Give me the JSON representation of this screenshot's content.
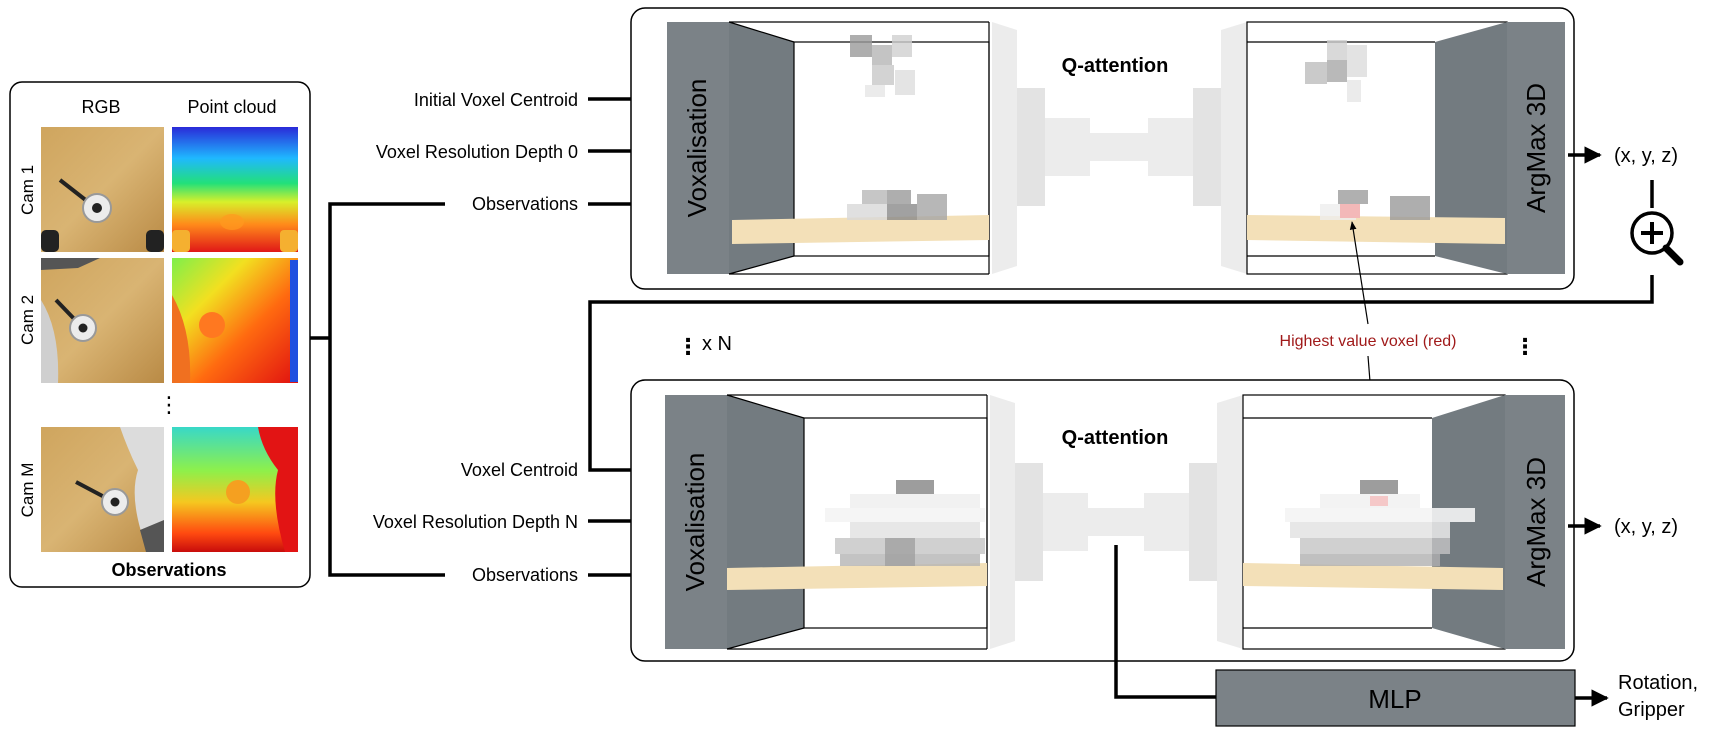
{
  "observations_panel": {
    "title": "Observations",
    "col_rgb": "RGB",
    "col_pointcloud": "Point cloud",
    "cameras": [
      "Cam 1",
      "Cam 2",
      "Cam M"
    ],
    "ellipsis": "⋮"
  },
  "inputs_top": {
    "initial_centroid": "Initial Voxel Centroid",
    "resolution": "Voxel Resolution Depth 0",
    "observations": "Observations"
  },
  "inputs_bottom": {
    "centroid": "Voxel Centroid",
    "resolution": "Voxel Resolution Depth N",
    "observations": "Observations"
  },
  "block_top": {
    "voxelisation": "Voxalisation",
    "qattention": "Q-attention",
    "argmax": "ArgMax 3D",
    "output": "(x, y, z)"
  },
  "block_bottom": {
    "voxelisation": "Voxalisation",
    "qattention": "Q-attention",
    "argmax": "ArgMax 3D",
    "output": "(x, y, z)"
  },
  "repeat_label": "x N",
  "highest_voxel_label": "Highest value voxel (red)",
  "mlp": {
    "label": "MLP",
    "output_line1": "Rotation,",
    "output_line2": "Gripper"
  },
  "colors": {
    "voxel_bar": "#7b8287",
    "highlight_red": "#a01a1a",
    "table_wood": "#f3e0b8",
    "mlp_box": "#7b8287"
  },
  "icons": {
    "zoom": "zoom-in-icon"
  }
}
